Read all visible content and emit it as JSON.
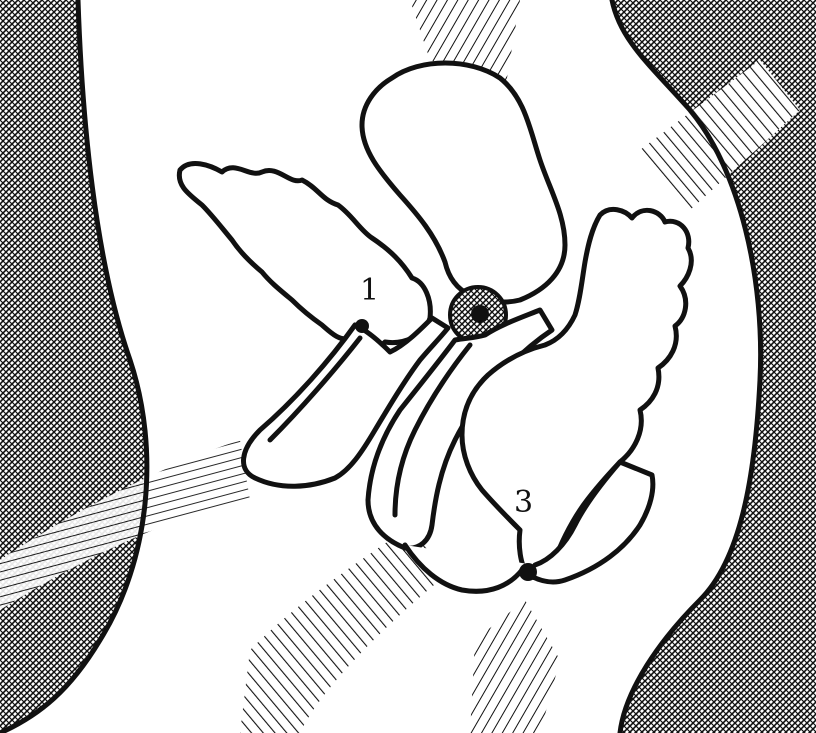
{
  "labels": [
    {
      "id": "1",
      "text": "1"
    },
    {
      "id": "3",
      "text": "3"
    }
  ],
  "colors": {
    "ink": "#111111",
    "paper": "#ffffff"
  }
}
